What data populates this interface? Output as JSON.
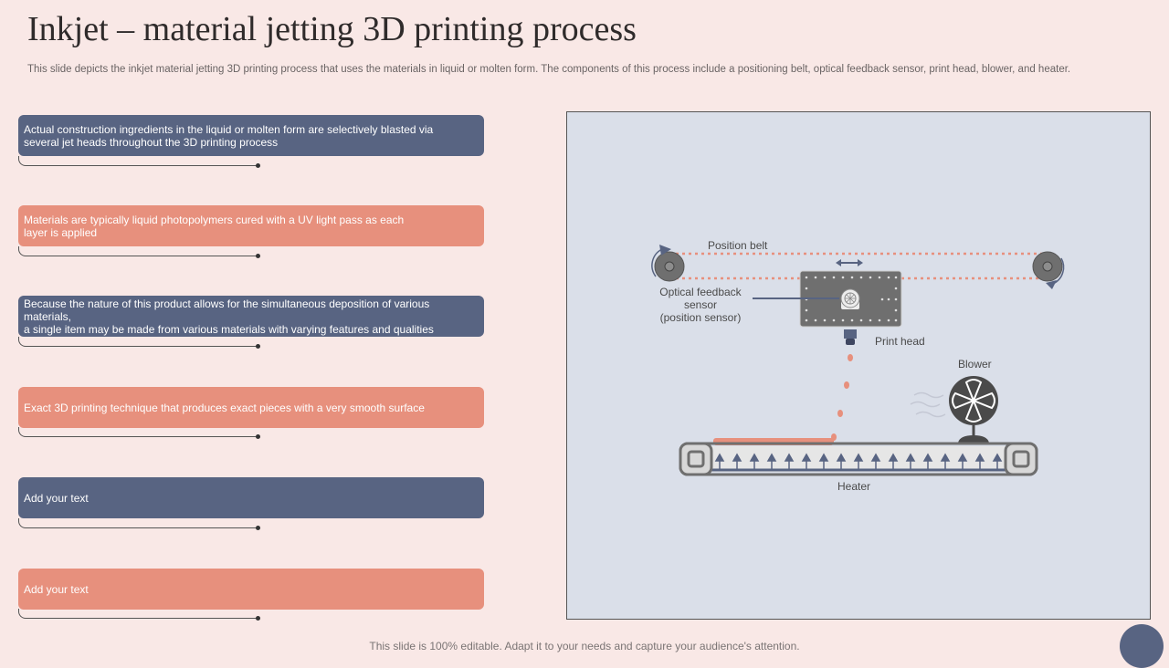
{
  "title": "Inkjet – material jetting 3D printing process",
  "subtitle": "This slide depicts the inkjet material jetting 3D printing process that uses the materials in liquid or molten form. The components of this process include a positioning belt, optical feedback sensor, print head, blower, and heater.",
  "cards": [
    {
      "line1": "Actual construction ingredients in the liquid or molten form are selectively blasted via",
      "line2": "several jet heads throughout the 3D printing process",
      "color": "blue"
    },
    {
      "line1": "Materials are typically liquid photopolymers cured with a UV light pass as each",
      "line2": "layer is applied",
      "color": "salmon"
    },
    {
      "line1": "Because the nature of this product allows for the simultaneous deposition of various materials,",
      "line2": "a single item may be made from various materials with varying features and qualities",
      "color": "blue"
    },
    {
      "line1": "Exact 3D printing technique that produces exact pieces with a very  smooth surface",
      "line2": "",
      "color": "salmon"
    },
    {
      "line1": "Add your text",
      "line2": "",
      "color": "blue"
    },
    {
      "line1": "Add your text",
      "line2": "",
      "color": "salmon"
    }
  ],
  "diagram": {
    "position_belt": "Position belt",
    "optical_sensor_line1": "Optical feedback",
    "optical_sensor_line2": "sensor",
    "optical_sensor_line3": "(position sensor)",
    "print_head": "Print head",
    "blower": "Blower",
    "heater": "Heater"
  },
  "footer": "This slide is 100% editable. Adapt it to your needs and capture your audience's attention.",
  "colors": {
    "background": "#f9e8e6",
    "blue": "#586482",
    "salmon": "#e7907d",
    "diagram_bg": "#dadfe9",
    "machine_grey": "#6f6f6f"
  }
}
